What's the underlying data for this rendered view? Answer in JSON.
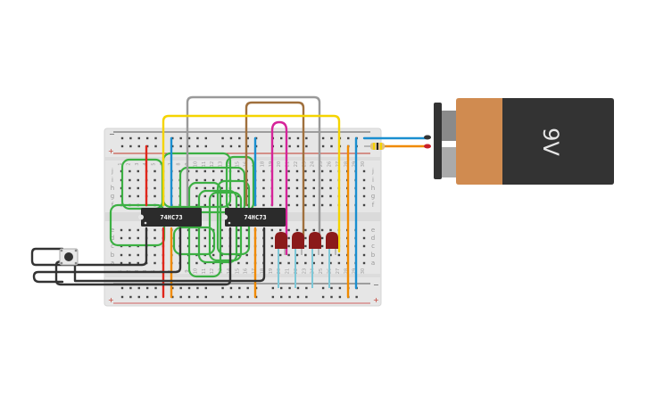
{
  "breadboard": {
    "rows_top": [
      "j",
      "i",
      "h",
      "g",
      "f"
    ],
    "rows_bottom": [
      "e",
      "d",
      "c",
      "b",
      "a"
    ],
    "columns": [
      "1",
      "2",
      "3",
      "4",
      "5",
      "6",
      "7",
      "8",
      "9",
      "10",
      "11",
      "12",
      "13",
      "14",
      "15",
      "16",
      "17",
      "18",
      "19",
      "20",
      "21",
      "22",
      "23",
      "24",
      "25",
      "26",
      "27",
      "28",
      "29",
      "30"
    ],
    "rail_minus": "−",
    "rail_plus": "+"
  },
  "chips": [
    {
      "label": "74HC73"
    },
    {
      "label": "74HC73"
    }
  ],
  "battery": {
    "label": "9V"
  },
  "colors": {
    "red": "#e0261b",
    "blue": "#1a8fd0",
    "orange": "#f08a00",
    "yellow": "#f5d400",
    "gray": "#9a9a9a",
    "brown": "#a0703d",
    "magenta": "#d6249a",
    "green": "#3cb043",
    "black": "#333333",
    "led": "#8b1a1a"
  }
}
